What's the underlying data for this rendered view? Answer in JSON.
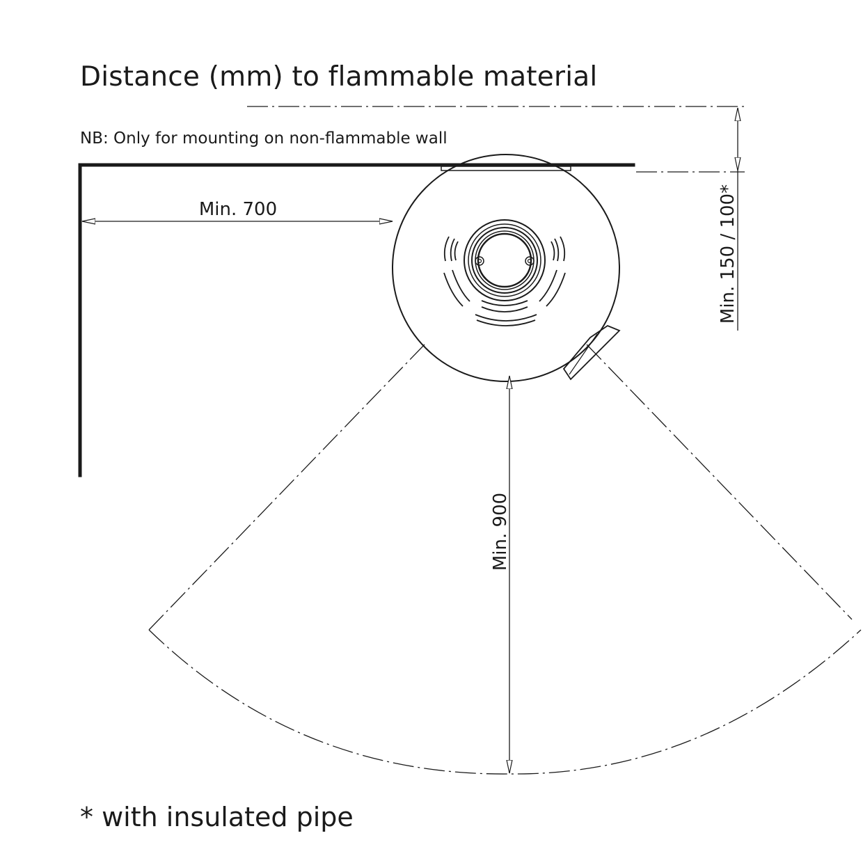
{
  "title": "Distance (mm) to flammable material",
  "note": "NB: Only for mounting on non-flammable wall",
  "dimensions": {
    "side": "Min. 700",
    "rear": "Min. 150 / 100*",
    "front": "Min. 900"
  },
  "footnote": "* with insulated pipe",
  "colors": {
    "line": "#1a1a1a",
    "background": "#ffffff"
  }
}
